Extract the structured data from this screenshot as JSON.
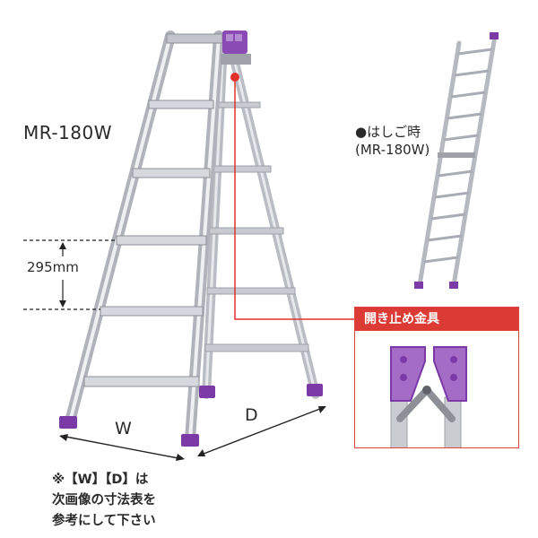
{
  "product": {
    "model_label": "MR-180W",
    "step_spacing_label": "295mm",
    "width_label": "W",
    "depth_label": "D"
  },
  "inset_ladder_mode": {
    "title_line1": "●はしご時",
    "title_line2": "(MR-180W)"
  },
  "hinge_callout": {
    "title": "開き止め金具"
  },
  "note": {
    "line1": "※【W】【D】は",
    "line2": "次画像の寸法表を",
    "line3": "参考にして下さい"
  },
  "colors": {
    "aluminum": "#c9ccd1",
    "aluminum_dark": "#8d9197",
    "purple_feet": "#7b3aa6",
    "callout_red": "#dc3a35"
  }
}
